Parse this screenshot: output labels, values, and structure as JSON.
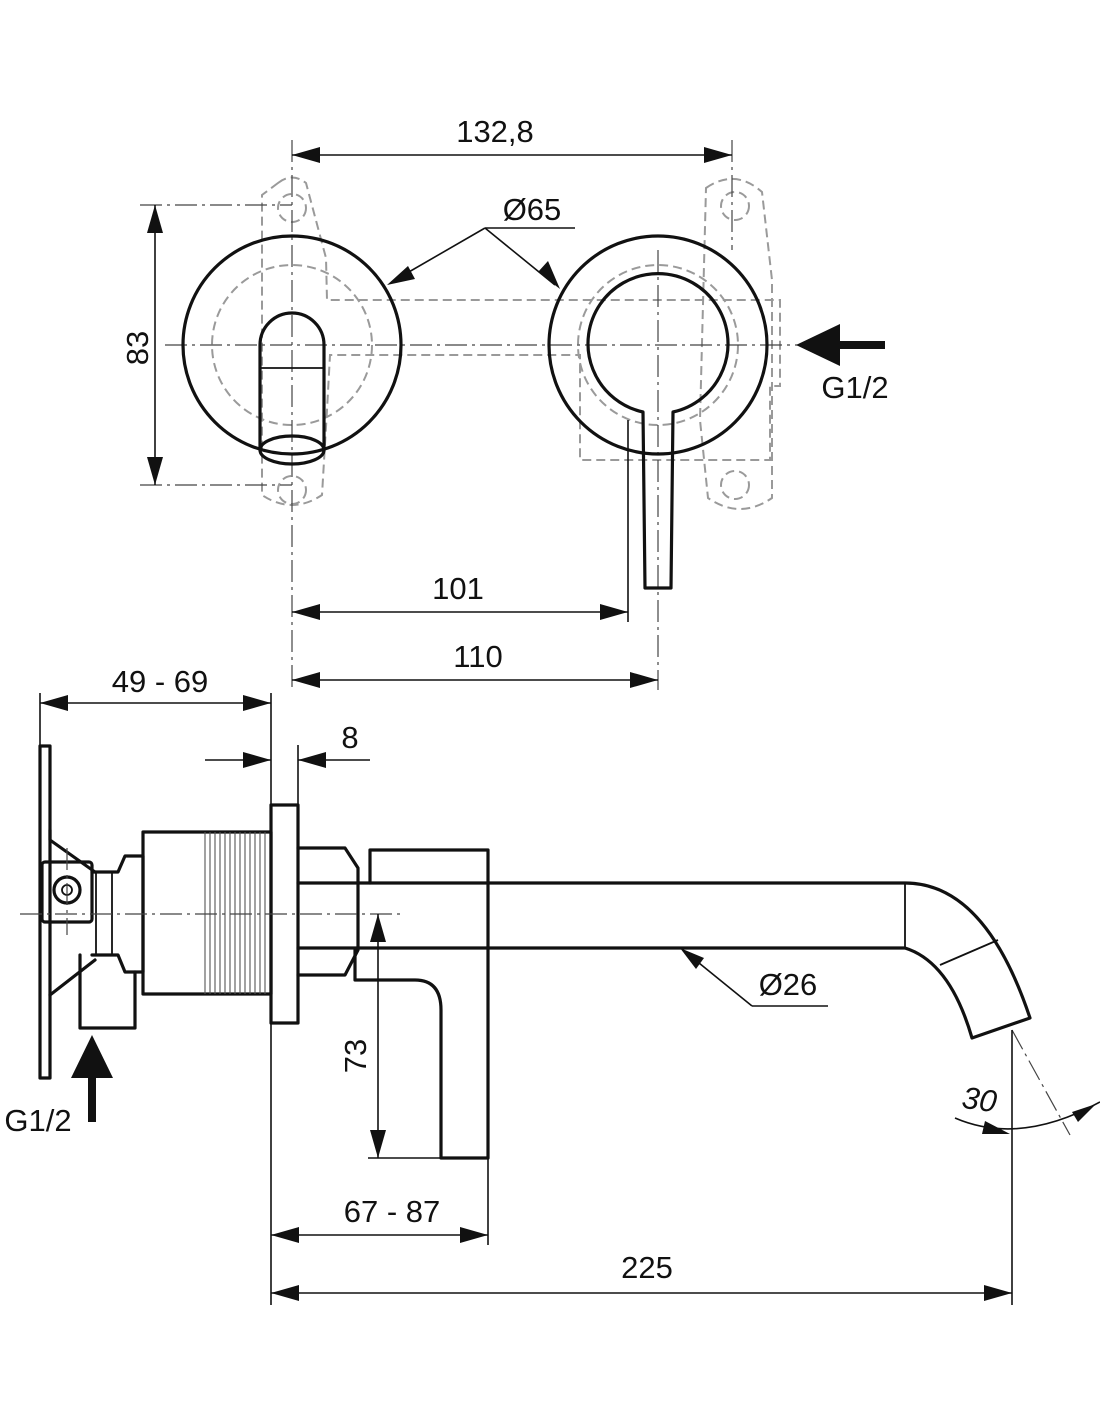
{
  "front_view": {
    "dim_width": "132,8",
    "dim_height": "83",
    "dim_diameter_rosette": "Ø65",
    "dim_lever_offset": "101",
    "dim_centers": "110",
    "inlet_thread": "G1/2"
  },
  "side_view": {
    "dim_wall_depth": "49 - 69",
    "dim_rosette_thickness": "8",
    "dim_lever_height": "73",
    "dim_diameter_spout": "Ø26",
    "dim_spout_angle": "30",
    "dim_lever_projection": "67 - 87",
    "dim_spout_projection": "225",
    "inlet_thread": "G1/2"
  }
}
